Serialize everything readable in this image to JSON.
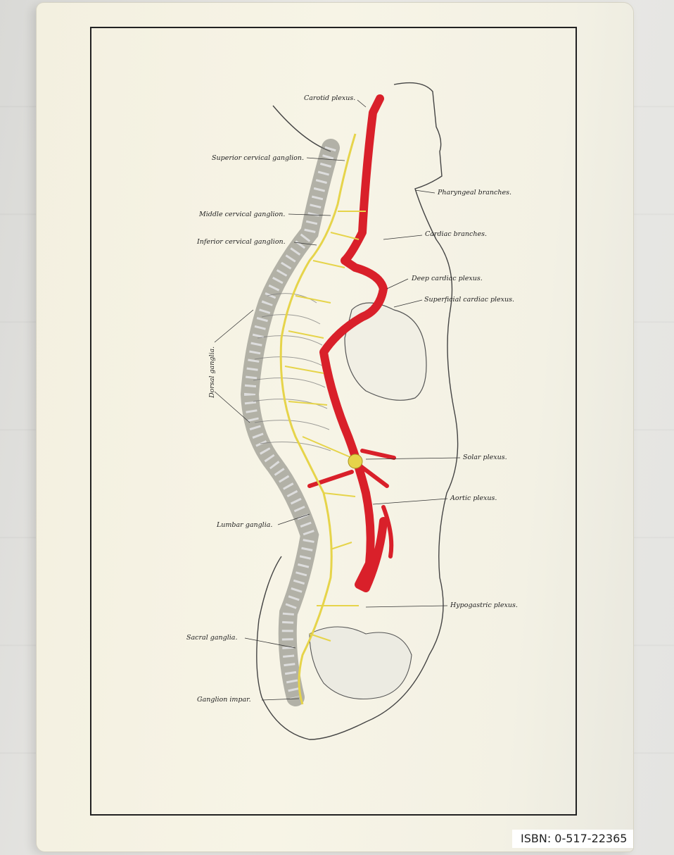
{
  "cover": {
    "isbn": "ISBN: 0-517-22365"
  },
  "labels": {
    "carotid_plexus": "Carotid plexus.",
    "superior_cervical_ganglion": "Superior cervical ganglion.",
    "pharyngeal_branches": "Pharyngeal branches.",
    "middle_cervical_ganglion": "Middle cervical ganglion.",
    "inferior_cervical_ganglion": "Inferior cervical ganglion.",
    "cardiac_branches": "Cardiac branches.",
    "deep_cardiac_plexus": "Deep cardiac plexus.",
    "superficial_cardiac_plexus": "Superficial cardiac plexus.",
    "dorsal_ganglia": "Dorsal ganglia.",
    "solar_plexus": "Solar plexus.",
    "aortic_plexus": "Aortic plexus.",
    "lumbar_ganglia": "Lumbar ganglia.",
    "hypogastric_plexus": "Hypogastric plexus.",
    "sacral_ganglia": "Sacral ganglia.",
    "ganglion_impar": "Ganglion impar."
  },
  "colors": {
    "artery": "#d9202a",
    "nerve": "#e6d44a",
    "ink": "#333333"
  }
}
